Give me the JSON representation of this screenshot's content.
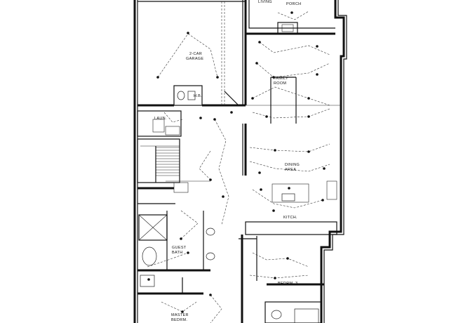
{
  "rooms": [
    {
      "id": "porch",
      "lines": [
        "PORCH"
      ]
    },
    {
      "id": "living",
      "lines": [
        "LIVING"
      ]
    },
    {
      "id": "garage",
      "lines": [
        "2-CAR",
        "GARAGE"
      ]
    },
    {
      "id": "family",
      "lines": [
        "FAMILY",
        "ROOM"
      ]
    },
    {
      "id": "hb",
      "lines": [
        "H.B."
      ]
    },
    {
      "id": "laund",
      "lines": [
        "LAUN."
      ]
    },
    {
      "id": "dining",
      "lines": [
        "DINING",
        "AREA"
      ]
    },
    {
      "id": "kitchen",
      "lines": [
        "KITCH."
      ]
    },
    {
      "id": "guest-bath",
      "lines": [
        "GUEST",
        "BATH"
      ]
    },
    {
      "id": "bedroom3",
      "lines": [
        "BEDRM. 3"
      ]
    },
    {
      "id": "master",
      "lines": [
        "MASTER",
        "BEDRM."
      ]
    }
  ]
}
